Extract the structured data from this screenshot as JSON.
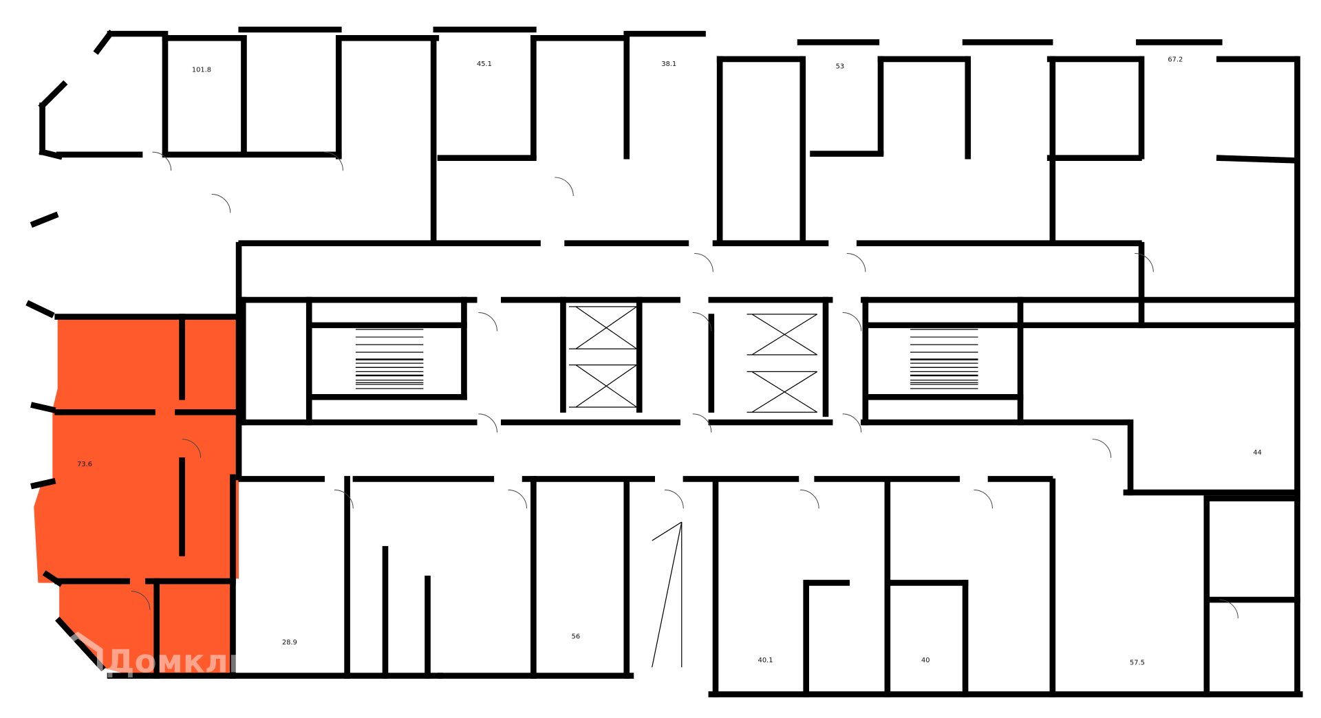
{
  "watermark": "Домклик",
  "colors": {
    "selected_apartment": "#FF5A2C",
    "walls": "#000000",
    "background": "#FFFFFF"
  },
  "selected_apartment": {
    "area": "73.6"
  },
  "apartments": [
    {
      "area": "101.8"
    },
    {
      "area": "45.1"
    },
    {
      "area": "38.1"
    },
    {
      "area": "53"
    },
    {
      "area": "67.2"
    },
    {
      "area": "73.6"
    },
    {
      "area": "44"
    },
    {
      "area": "28.9"
    },
    {
      "area": "56"
    },
    {
      "area": "40.1"
    },
    {
      "area": "40"
    },
    {
      "area": "57.5"
    }
  ]
}
